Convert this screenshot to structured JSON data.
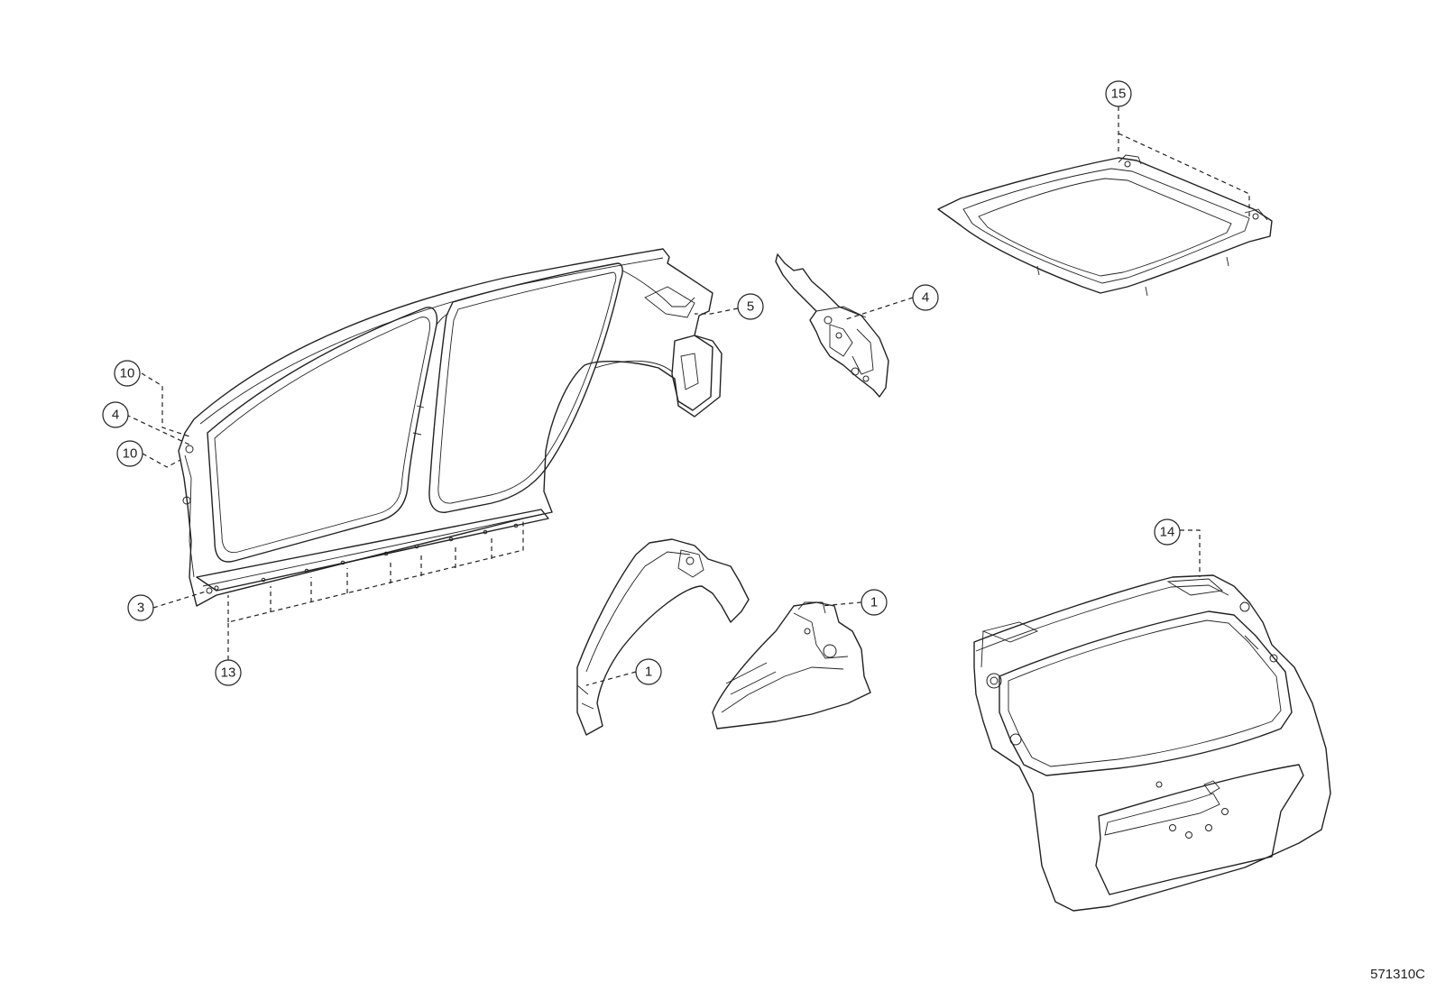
{
  "figure_code": "571310C",
  "callouts": {
    "c1a": "1",
    "c1b": "1",
    "c3": "3",
    "c4a": "4",
    "c4b": "4",
    "c5": "5",
    "c10a": "10",
    "c10b": "10",
    "c13": "13",
    "c14": "14",
    "c15": "15"
  },
  "parts": [
    {
      "id": "side-panel",
      "callouts": [
        "3",
        "4",
        "5",
        "10",
        "13"
      ]
    },
    {
      "id": "inner-bracket",
      "callouts": [
        "4"
      ]
    },
    {
      "id": "roof-panel",
      "callouts": [
        "15"
      ]
    },
    {
      "id": "wheelhouse-outer",
      "callouts": [
        "1"
      ]
    },
    {
      "id": "wheelhouse-inner",
      "callouts": [
        "1"
      ]
    },
    {
      "id": "back-door",
      "callouts": [
        "14"
      ]
    }
  ]
}
